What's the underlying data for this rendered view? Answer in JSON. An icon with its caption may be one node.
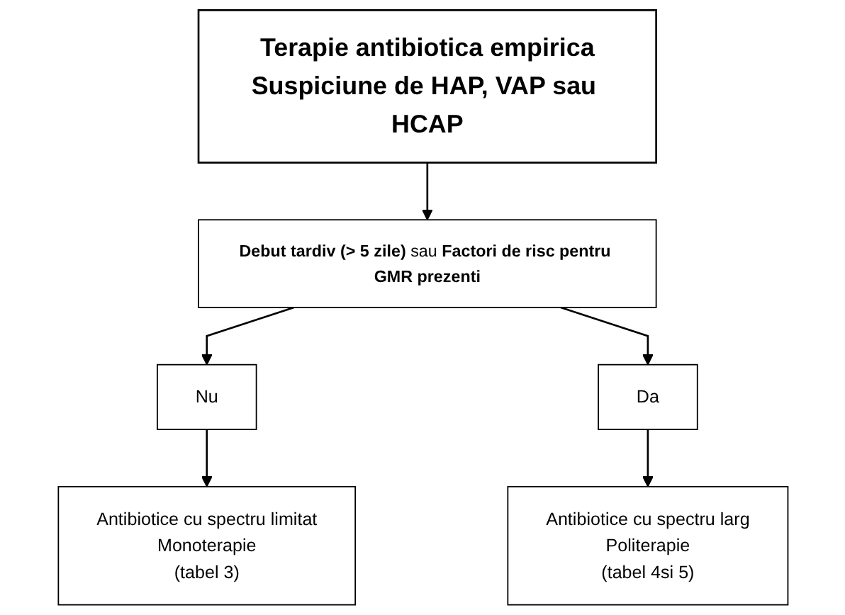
{
  "diagram": {
    "nodes": [
      {
        "text": [
          "Terapie antibiotica empirica",
          "Suspiciune de HAP, VAP sau HCAP"
        ]
      },
      {
        "text": [
          "**Debut tardiv (> 5 zile)** sau **Factori de risc pentru GMR prezenti**"
        ]
      },
      {
        "text": [
          "Nu"
        ]
      },
      {
        "text": [
          "Da"
        ]
      },
      {
        "text": [
          "Antibiotice cu spectru limitat",
          "Monoterapie",
          "(tabel 3)"
        ]
      },
      {
        "text": [
          "Antibiotice cu spectru larg",
          "Politerapie",
          "(tabel 4si 5)"
        ]
      }
    ],
    "edges": [
      {
        "from": 0,
        "to": 1,
        "arrow": "to"
      },
      {
        "from": 1,
        "to": 2,
        "arrow": "to"
      },
      {
        "from": 1,
        "to": 3,
        "arrow": "to"
      },
      {
        "from": 2,
        "to": 4,
        "arrow": "to"
      },
      {
        "from": 3,
        "to": 5,
        "arrow": "to"
      }
    ]
  }
}
